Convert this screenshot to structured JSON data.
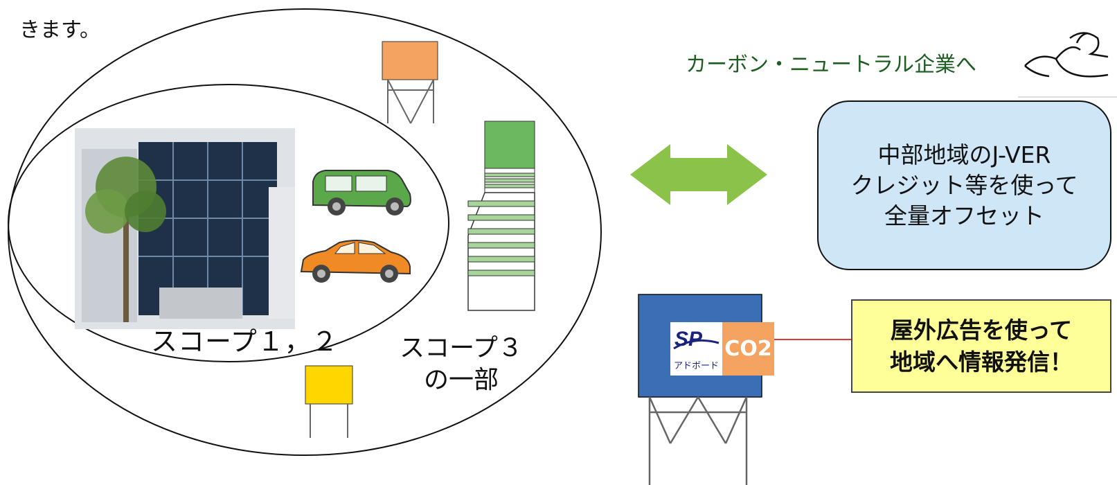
{
  "intro_fragment": "きます。",
  "scope12_label": "スコープ１，２",
  "scope3_line1": "スコープ３",
  "scope3_line2": "の一部",
  "carbon_neutral": "カーボン・ニュートラル企業へ",
  "credit_box": {
    "line1": "中部地域のJ-VER",
    "line2": "クレジット等を使って",
    "line3": "全量オフセット"
  },
  "outdoor_box": {
    "line1": "屋外広告を使って",
    "line2": "地域へ情報発信！"
  },
  "billboard": {
    "co2": "CO2",
    "brand": "アドボード"
  },
  "colors": {
    "arrow": "#8bc34a",
    "green_text": "#1b5e20",
    "credit_bg": "#cfe6f7",
    "outdoor_bg": "#ffff99",
    "sign_orange": "#f4a460",
    "sign_yellow": "#ffd600",
    "billboard_blue": "#3a6fb5",
    "connector_red": "#e53935"
  },
  "icons": [
    "dove-icon",
    "double-arrow-icon",
    "building-photo",
    "green-car-icon",
    "orange-car-icon",
    "tower-building-icon",
    "billboard-icon"
  ]
}
